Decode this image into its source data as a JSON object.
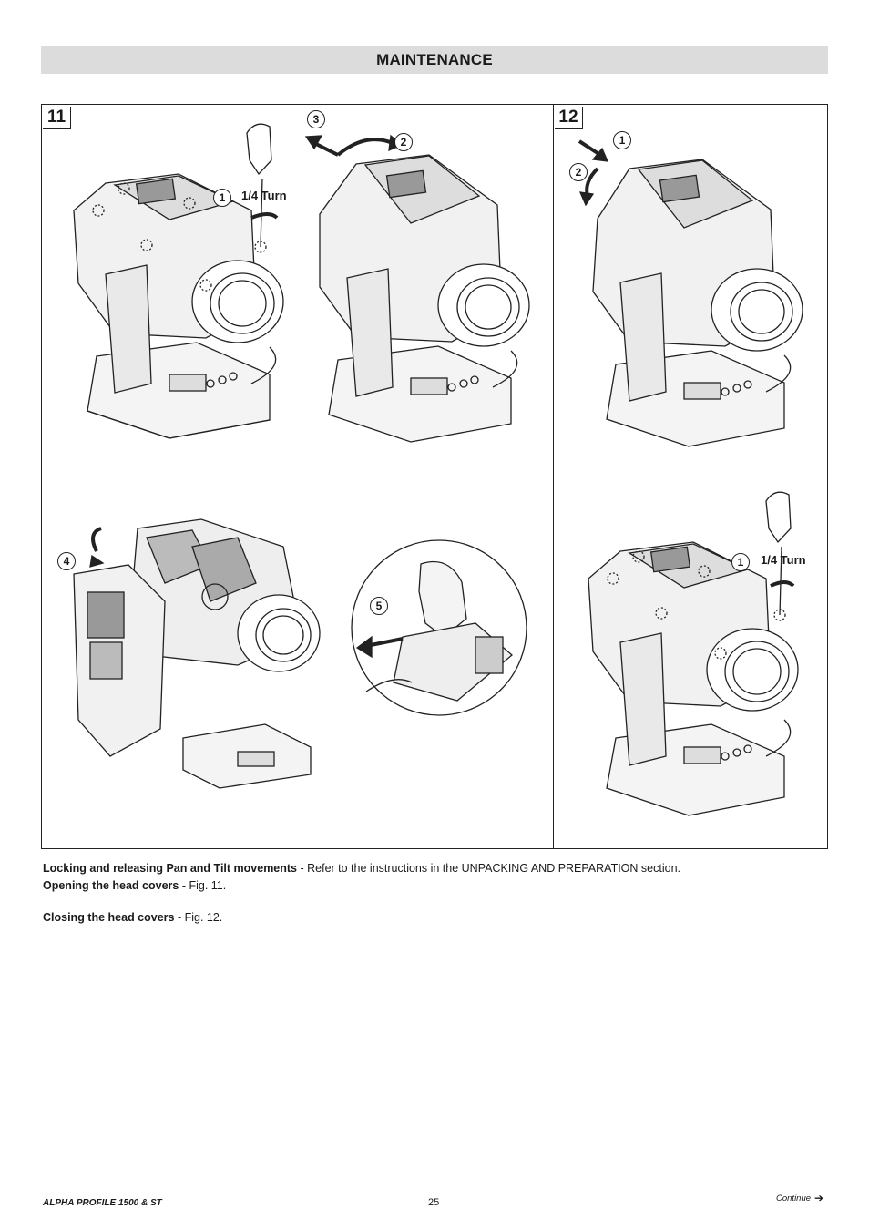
{
  "header": {
    "title": "MAINTENANCE"
  },
  "figures": {
    "fig11": {
      "number": "11",
      "steps": [
        "1",
        "2",
        "3",
        "4",
        "5"
      ],
      "turn_label": "1/4 Turn"
    },
    "fig12": {
      "number": "12",
      "steps": [
        "1",
        "2",
        "1"
      ],
      "turn_label": "1/4 Turn"
    }
  },
  "instructions": {
    "line1": {
      "bold": "Locking and releasing Pan and Tilt movements",
      "rest": " - Refer to the instructions in the UNPACKING AND PREPARATION section."
    },
    "line2": {
      "bold": "Opening the head covers",
      "rest": " - Fig. 11."
    },
    "line3": {
      "bold": "Closing the head covers",
      "rest": " - Fig. 12."
    }
  },
  "footer": {
    "product": "ALPHA PROFILE 1500 & ST",
    "page": "25",
    "continue": "Continue",
    "continue_icon": "arrow-right-icon"
  }
}
